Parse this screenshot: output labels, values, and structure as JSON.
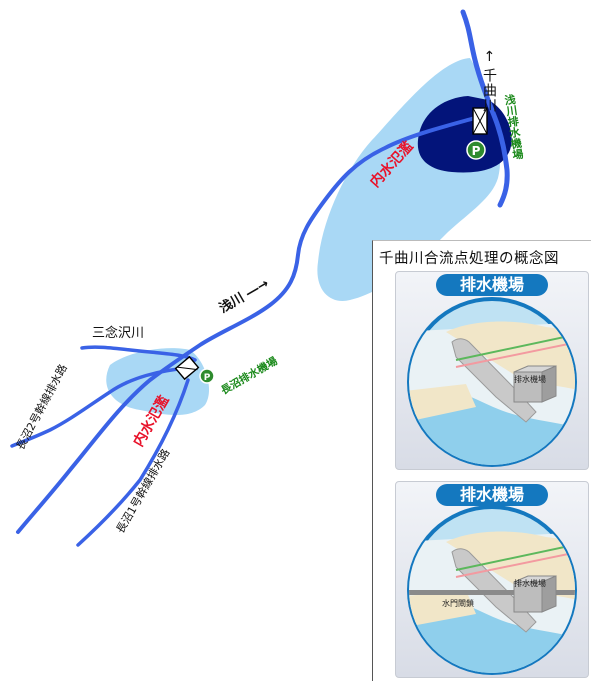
{
  "labels": {
    "chikuma_river": "← 千曲川",
    "asakawa_pump_station": "浅川排水機場",
    "inland_flood_upper": "内水氾濫",
    "asakawa_river": "浅川 ―→",
    "sannenzawa_river": "三念沢川",
    "naganuma_no2_drain": "長沼2号幹線排水路",
    "inland_flood_lower": "内水氾濫",
    "naganuma_pump_station": "長沼排水機場",
    "naganuma_no1_drain": "長沼1号幹線排水路"
  },
  "panel": {
    "title": "千曲川合流点処理の概念図",
    "card1": {
      "header": "排水機場",
      "building_label": "排水機場"
    },
    "card2": {
      "header": "排水機場",
      "building_label": "排水機場",
      "gate_label": "水門閘鎖"
    }
  },
  "markers": {
    "pump_symbol": "P"
  },
  "colors": {
    "river": "#3a62e6",
    "flood_light": "#a9d8f5",
    "flood_dark": "#03147a",
    "label_red": "#e8122a",
    "label_green": "#1c8a1c",
    "header_blue": "#1478bf",
    "pump_marker": "#2e8b2e"
  }
}
